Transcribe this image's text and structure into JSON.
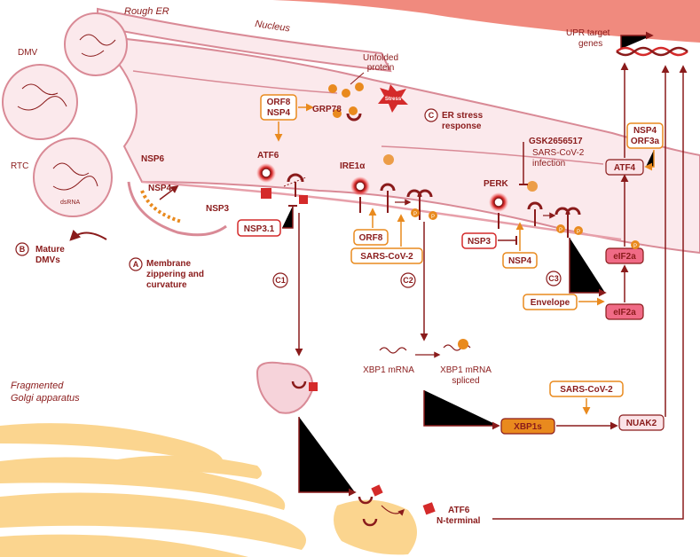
{
  "labels": {
    "rough_er": "Rough ER",
    "nucleus": "Nucleus",
    "upr_target_genes_1": "UPR target",
    "upr_target_genes_2": "genes",
    "dmv": "DMV",
    "rtc": "RTC",
    "dsrna": "dsRNA",
    "unfolded_protein_1": "Unfolded",
    "unfolded_protein_2": "protein",
    "stress": "Stress",
    "grp78": "GRP78",
    "er_stress_response_1": "ER stress",
    "er_stress_response_2": "response",
    "atf6": "ATF6",
    "ire1a": "IRE1α",
    "perk": "PERK",
    "nsp6": "NSP6",
    "nsp4_membrane": "NSP4",
    "nsp3_membrane": "NSP3",
    "sars_infection_1": "SARS-CoV-2",
    "sars_infection_2": "infection",
    "mature_dmvs_1": "Mature",
    "mature_dmvs_2": "DMVs",
    "membrane_zippering_1": "Membrane",
    "membrane_zippering_2": "zippering and",
    "membrane_zippering_3": "curvature",
    "xbp1_mrna": "XBP1 mRNA",
    "xbp1_spliced_1": "XBP1 mRNA",
    "xbp1_spliced_2": "spliced",
    "fragmented_golgi_1": "Fragmented",
    "fragmented_golgi_2": "Golgi apparatus",
    "atf6_nterminal_1": "ATF6",
    "atf6_nterminal_2": "N-terminal",
    "phospho": "P"
  },
  "circle_labels": {
    "a": "A",
    "b": "B",
    "c": "C",
    "c1": "C1",
    "c2": "C2",
    "c3": "C3"
  },
  "boxes": {
    "orf8_nsp4_1": "ORF8",
    "orf8_nsp4_2": "NSP4",
    "gsk2656517": "GSK2656517",
    "nsp4_orf3a_1": "NSP4",
    "nsp4_orf3a_2": "ORF3a",
    "atf4": "ATF4",
    "nsp3_1": "NSP3.1",
    "orf8": "ORF8",
    "sars_cov2_ire": "SARS-CoV-2",
    "nsp3": "NSP3",
    "nsp4": "NSP4",
    "eif2a_p": "eIF2a",
    "envelope": "Envelope",
    "eif2a": "eIF2a",
    "sars_cov2_nuak": "SARS-CoV-2",
    "xbp1s": "XBP1s",
    "nuak2": "NUAK2"
  },
  "colors": {
    "dark_red": "#8a1b1b",
    "bright_red": "#d42a2a",
    "nucleus": "#f08a7e",
    "er_fill": "#fbe9ec",
    "er_stroke": "#d98a96",
    "golgi": "#fbd58f",
    "orange": "#e98a1e",
    "pink": "#f2a7b6"
  }
}
